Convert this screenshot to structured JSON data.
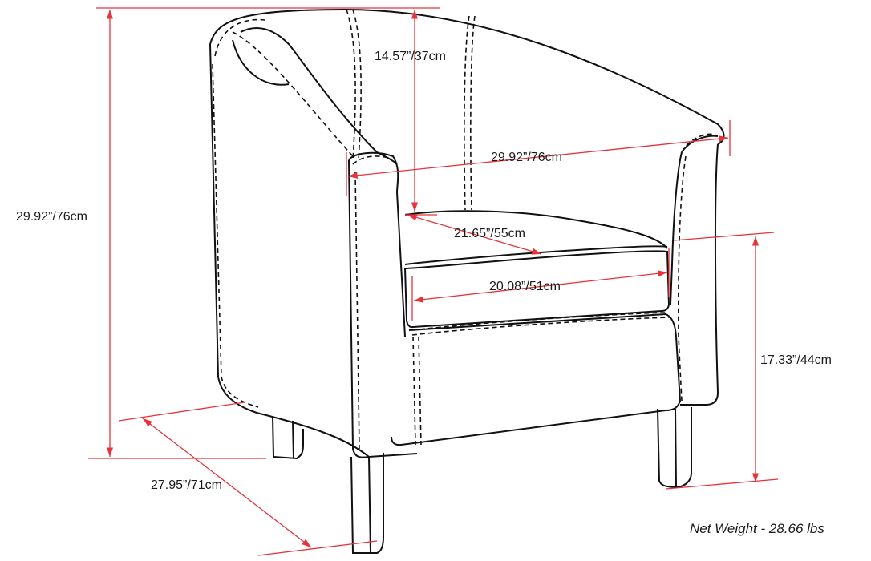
{
  "diagram": {
    "subject": "Tub chair dimension drawing",
    "colors": {
      "outline": "#111111",
      "dimension": "#e8333a",
      "text": "#1a1a1a",
      "background": "#ffffff"
    },
    "dimensions": {
      "overall_height": "29.92”/76cm",
      "back_height": "14.57”/37cm",
      "overall_width": "29.92”/76cm",
      "seat_depth": "21.65”/55cm",
      "seat_width": "20.08”/51cm",
      "seat_height": "17.33”/44cm",
      "overall_depth": "27.95”/71cm"
    },
    "net_weight": "Net Weight - 28.66 lbs"
  }
}
